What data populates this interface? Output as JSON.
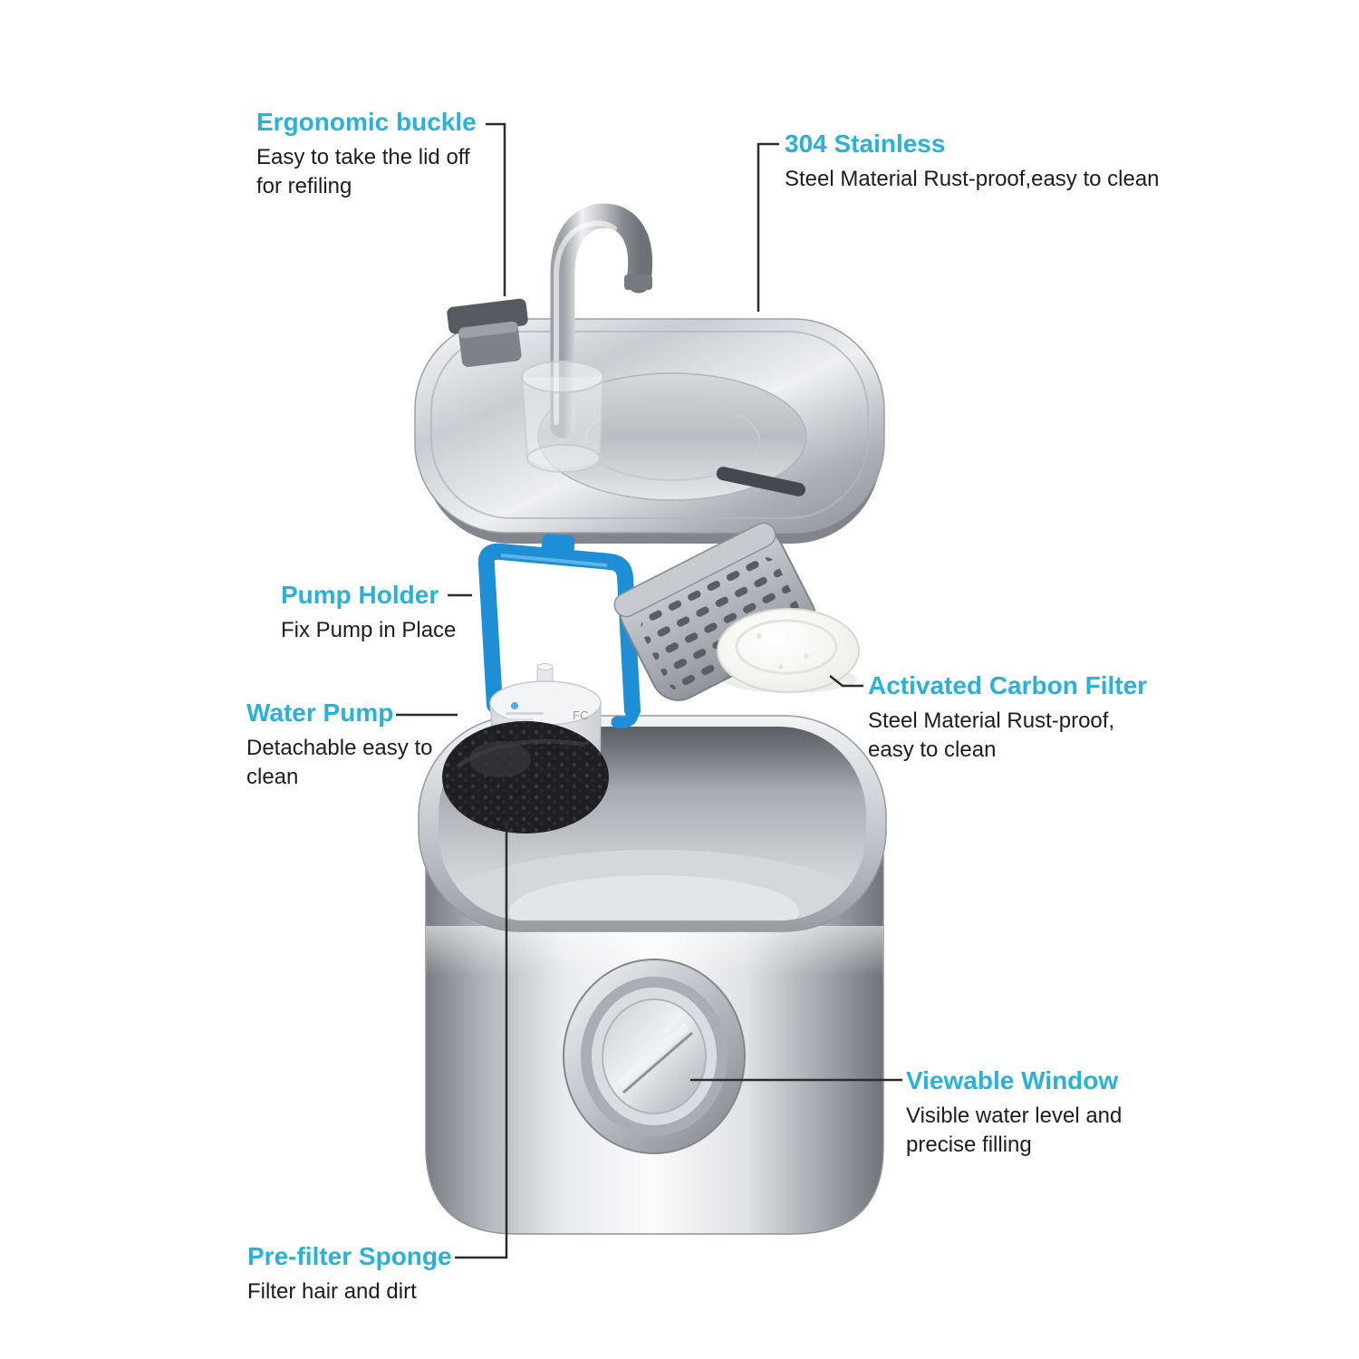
{
  "colors": {
    "heading": "#27b2dc",
    "body_text": "#1d1d1d",
    "callout_line": "#2c2c2c",
    "pump_holder_blue": "#1f8fd5"
  },
  "callouts": {
    "ergonomic_buckle": {
      "title": "Ergonomic buckle",
      "desc_lines": [
        "Easy to take the lid off",
        "for refiling"
      ]
    },
    "stainless": {
      "title": "304 Stainless",
      "desc_lines": [
        "Steel Material Rust-proof,easy to clean"
      ]
    },
    "pump_holder": {
      "title": "Pump Holder",
      "desc_lines": [
        "Fix Pump in Place"
      ]
    },
    "water_pump": {
      "title": "Water Pump",
      "desc_lines": [
        "Detachable easy to",
        "clean"
      ]
    },
    "carbon_filter": {
      "title": "Activated Carbon Filter",
      "desc_lines": [
        "Steel Material Rust-proof,",
        "easy to clean"
      ]
    },
    "viewable_window": {
      "title": "Viewable Window",
      "desc_lines": [
        "Visible water level and",
        "precise filling"
      ]
    },
    "prefilter_sponge": {
      "title": "Pre-filter Sponge",
      "desc_lines": [
        "Filter hair and dirt"
      ]
    }
  },
  "product": {
    "pump_marking": "FC"
  }
}
